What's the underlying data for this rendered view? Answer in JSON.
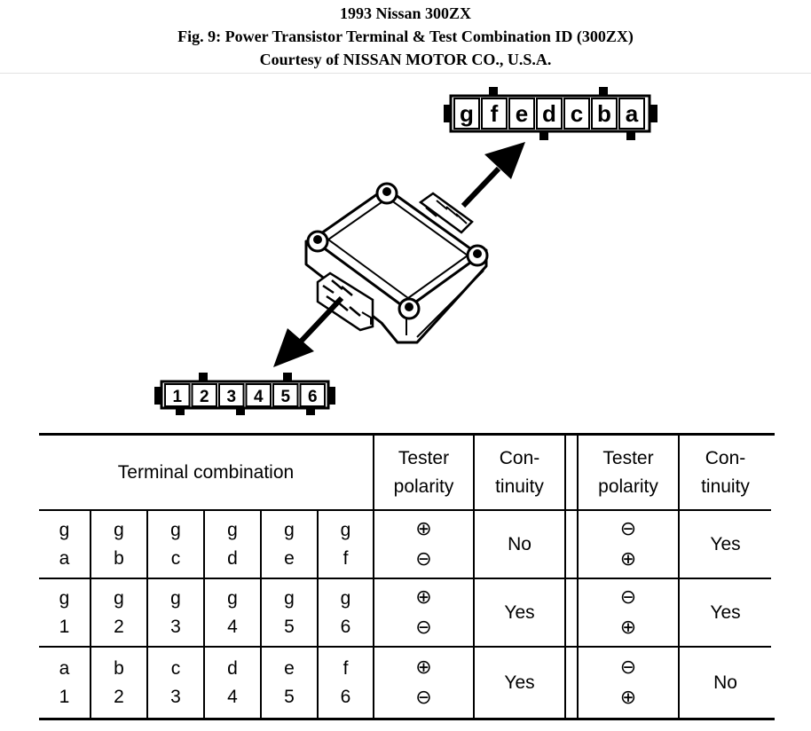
{
  "header": {
    "line1": "1993 Nissan 300ZX",
    "line2": "Fig. 9: Power Transistor Terminal & Test Combination ID (300ZX)",
    "line3": "Courtesy of NISSAN MOTOR CO., U.S.A."
  },
  "figure": {
    "connector_top_pins": [
      "g",
      "f",
      "e",
      "d",
      "c",
      "b",
      "a"
    ],
    "connector_bottom_pins": [
      "1",
      "2",
      "3",
      "4",
      "5",
      "6"
    ]
  },
  "table": {
    "header": {
      "terminal_combination": "Terminal combination",
      "tester_polarity_1": [
        "Tester",
        "polarity"
      ],
      "continuity_1": [
        "Con-",
        "tinuity"
      ],
      "tester_polarity_2": [
        "Tester",
        "polarity"
      ],
      "continuity_2": [
        "Con-",
        "tinuity"
      ]
    },
    "rows": [
      {
        "pairs": [
          [
            "g",
            "a"
          ],
          [
            "g",
            "b"
          ],
          [
            "g",
            "c"
          ],
          [
            "g",
            "d"
          ],
          [
            "g",
            "e"
          ],
          [
            "g",
            "f"
          ]
        ],
        "polarity1": [
          "⊕",
          "⊖"
        ],
        "continuity1": "No",
        "polarity2": [
          "⊖",
          "⊕"
        ],
        "continuity2": "Yes"
      },
      {
        "pairs": [
          [
            "g",
            "1"
          ],
          [
            "g",
            "2"
          ],
          [
            "g",
            "3"
          ],
          [
            "g",
            "4"
          ],
          [
            "g",
            "5"
          ],
          [
            "g",
            "6"
          ]
        ],
        "polarity1": [
          "⊕",
          "⊖"
        ],
        "continuity1": "Yes",
        "polarity2": [
          "⊖",
          "⊕"
        ],
        "continuity2": "Yes"
      },
      {
        "pairs": [
          [
            "a",
            "1"
          ],
          [
            "b",
            "2"
          ],
          [
            "c",
            "3"
          ],
          [
            "d",
            "4"
          ],
          [
            "e",
            "5"
          ],
          [
            "f",
            "6"
          ]
        ],
        "polarity1": [
          "⊕",
          "⊖"
        ],
        "continuity1": "Yes",
        "polarity2": [
          "⊖",
          "⊕"
        ],
        "continuity2": "No"
      }
    ]
  }
}
